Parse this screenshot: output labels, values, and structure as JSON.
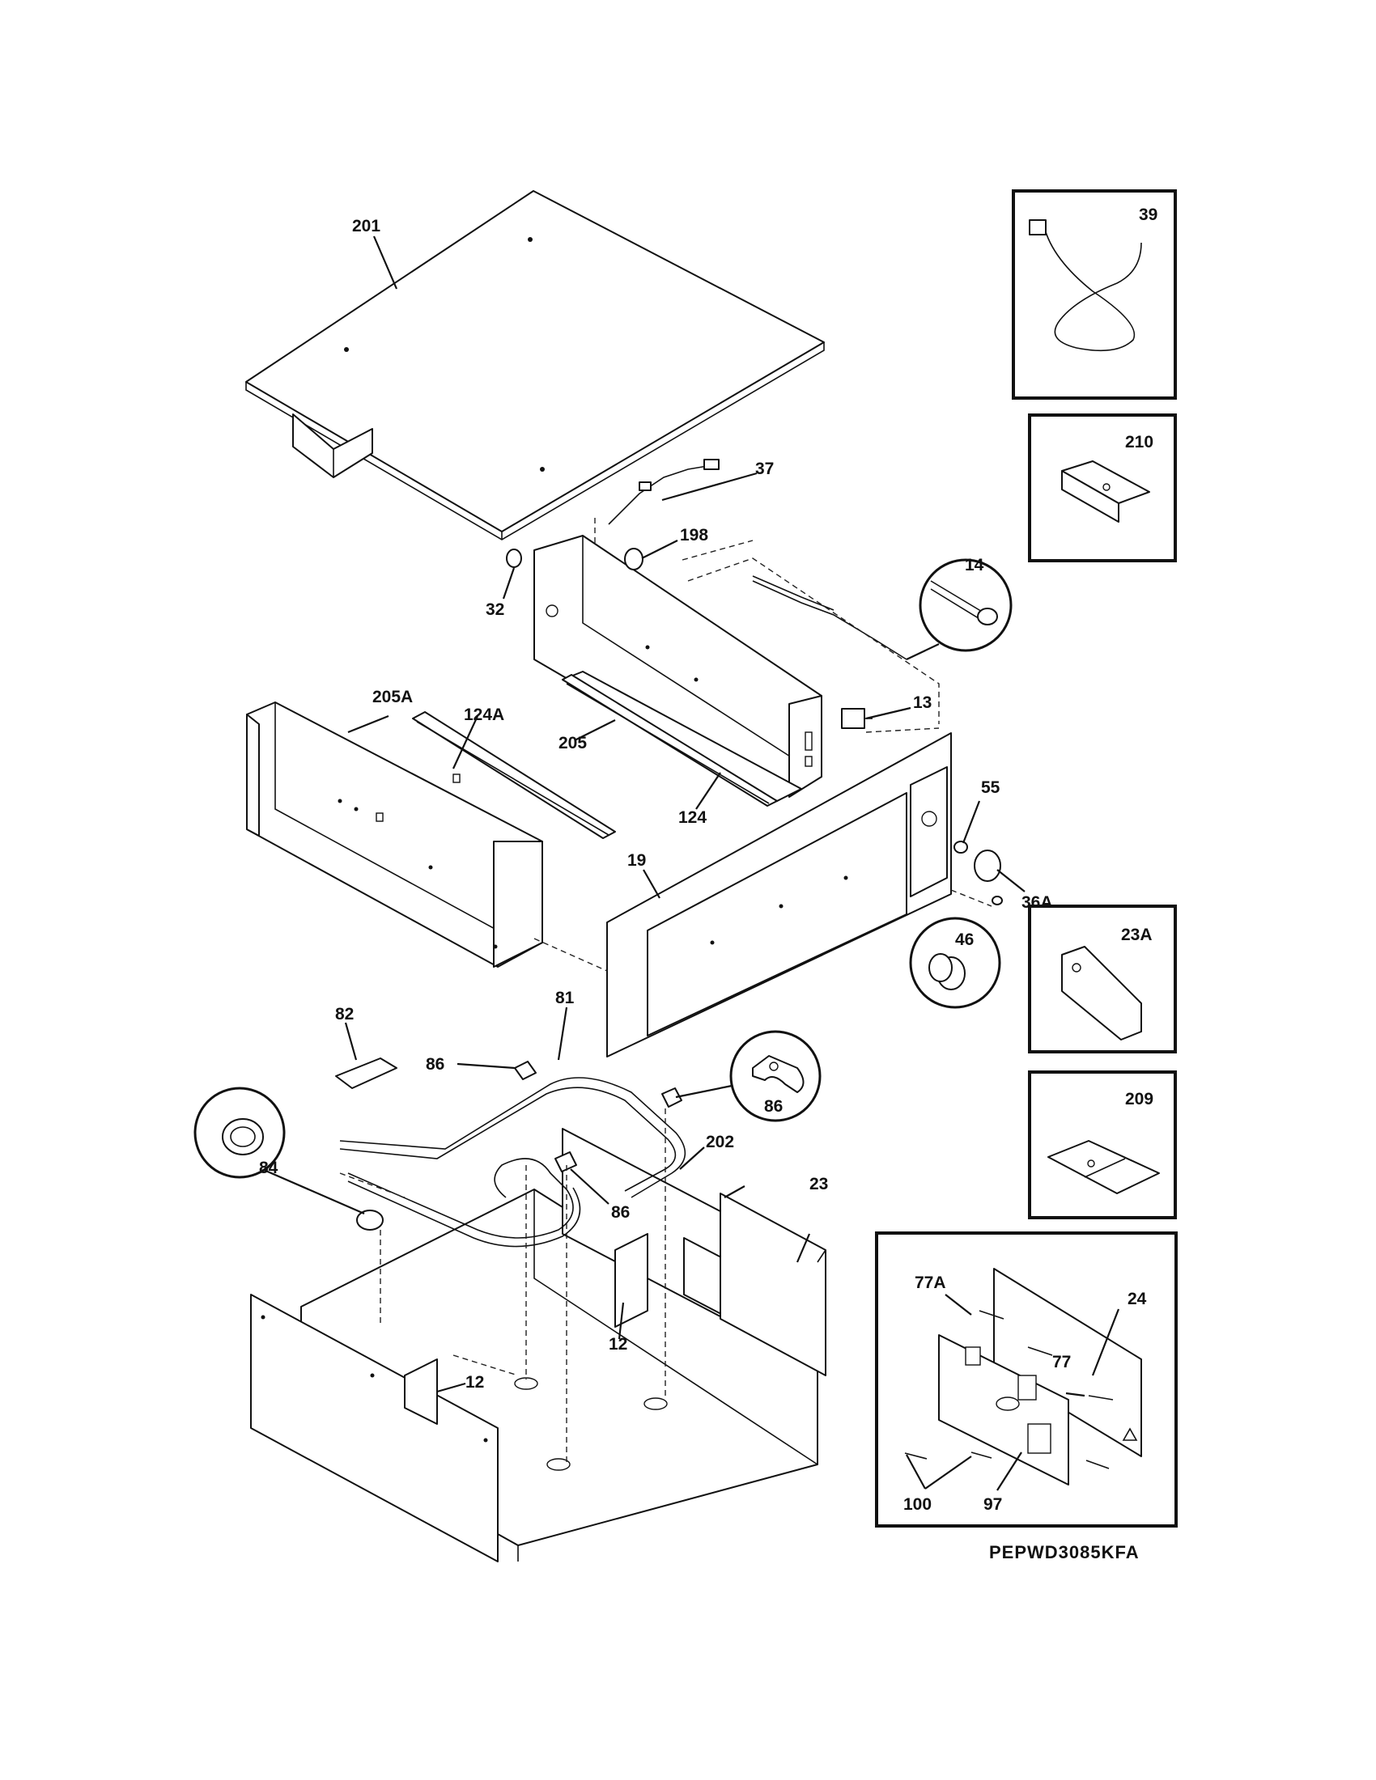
{
  "diagram": {
    "model_code": "PEPWD3085KFA",
    "labels": {
      "l201": "201",
      "l39": "39",
      "l210": "210",
      "l37": "37",
      "l198": "198",
      "l32": "32",
      "l14": "14",
      "l205a": "205A",
      "l124a": "124A",
      "l13": "13",
      "l205": "205",
      "l55": "55",
      "l124": "124",
      "l19": "19",
      "l36a": "36A",
      "l23a": "23A",
      "l46": "46",
      "l82": "82",
      "l81": "81",
      "l86a": "86",
      "l86b": "86",
      "l86c": "86",
      "l209": "209",
      "l84": "84",
      "l202": "202",
      "l23": "23",
      "l12a": "12",
      "l12b": "12",
      "l77a": "77A",
      "l24": "24",
      "l77": "77",
      "l100": "100",
      "l97": "97"
    }
  }
}
